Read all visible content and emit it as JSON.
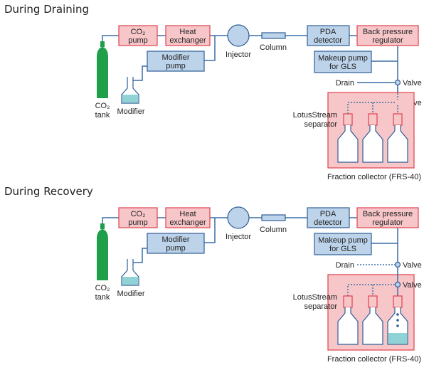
{
  "sections": [
    {
      "title": "During Draining",
      "mode": "draining",
      "co2_pump": [
        "CO₂",
        "pump"
      ],
      "heat_exchanger": [
        "Heat",
        "exchanger"
      ],
      "modifier_pump": [
        "Modifier",
        "pump"
      ],
      "pda_detector": [
        "PDA",
        "detector"
      ],
      "back_pressure": [
        "Back pressure",
        "regulator"
      ],
      "makeup_pump": [
        "Makeup pump",
        "for GLS"
      ],
      "injector": "Injector",
      "column": "Column",
      "co2_tank": [
        "CO₂",
        "tank"
      ],
      "modifier": "Modifier",
      "drain": "Drain",
      "valve_1": "Valve",
      "valve_2": "Valve",
      "separator": [
        "LotusStream",
        "separator"
      ],
      "fraction_collector": "Fraction collector (FRS-40)"
    },
    {
      "title": "During Recovery",
      "mode": "recovery",
      "co2_pump": [
        "CO₂",
        "pump"
      ],
      "heat_exchanger": [
        "Heat",
        "exchanger"
      ],
      "modifier_pump": [
        "Modifier",
        "pump"
      ],
      "pda_detector": [
        "PDA",
        "detector"
      ],
      "back_pressure": [
        "Back pressure",
        "regulator"
      ],
      "makeup_pump": [
        "Makeup pump",
        "for GLS"
      ],
      "injector": "Injector",
      "column": "Column",
      "co2_tank": [
        "CO₂",
        "tank"
      ],
      "modifier": "Modifier",
      "drain": "Drain",
      "valve_1": "Valve",
      "valve_2": "Valve",
      "separator": [
        "LotusStream",
        "separator"
      ],
      "fraction_collector": "Fraction collector (FRS-40)"
    }
  ],
  "colors": {
    "red_fill": "#f7c6c9",
    "red_stroke": "#e0414d",
    "blue_fill": "#bcd3ea",
    "blue_stroke": "#2f5f96",
    "line": "#3a6ea5",
    "tank": "#1f9f4a",
    "liquid": "#8fd3d6"
  }
}
